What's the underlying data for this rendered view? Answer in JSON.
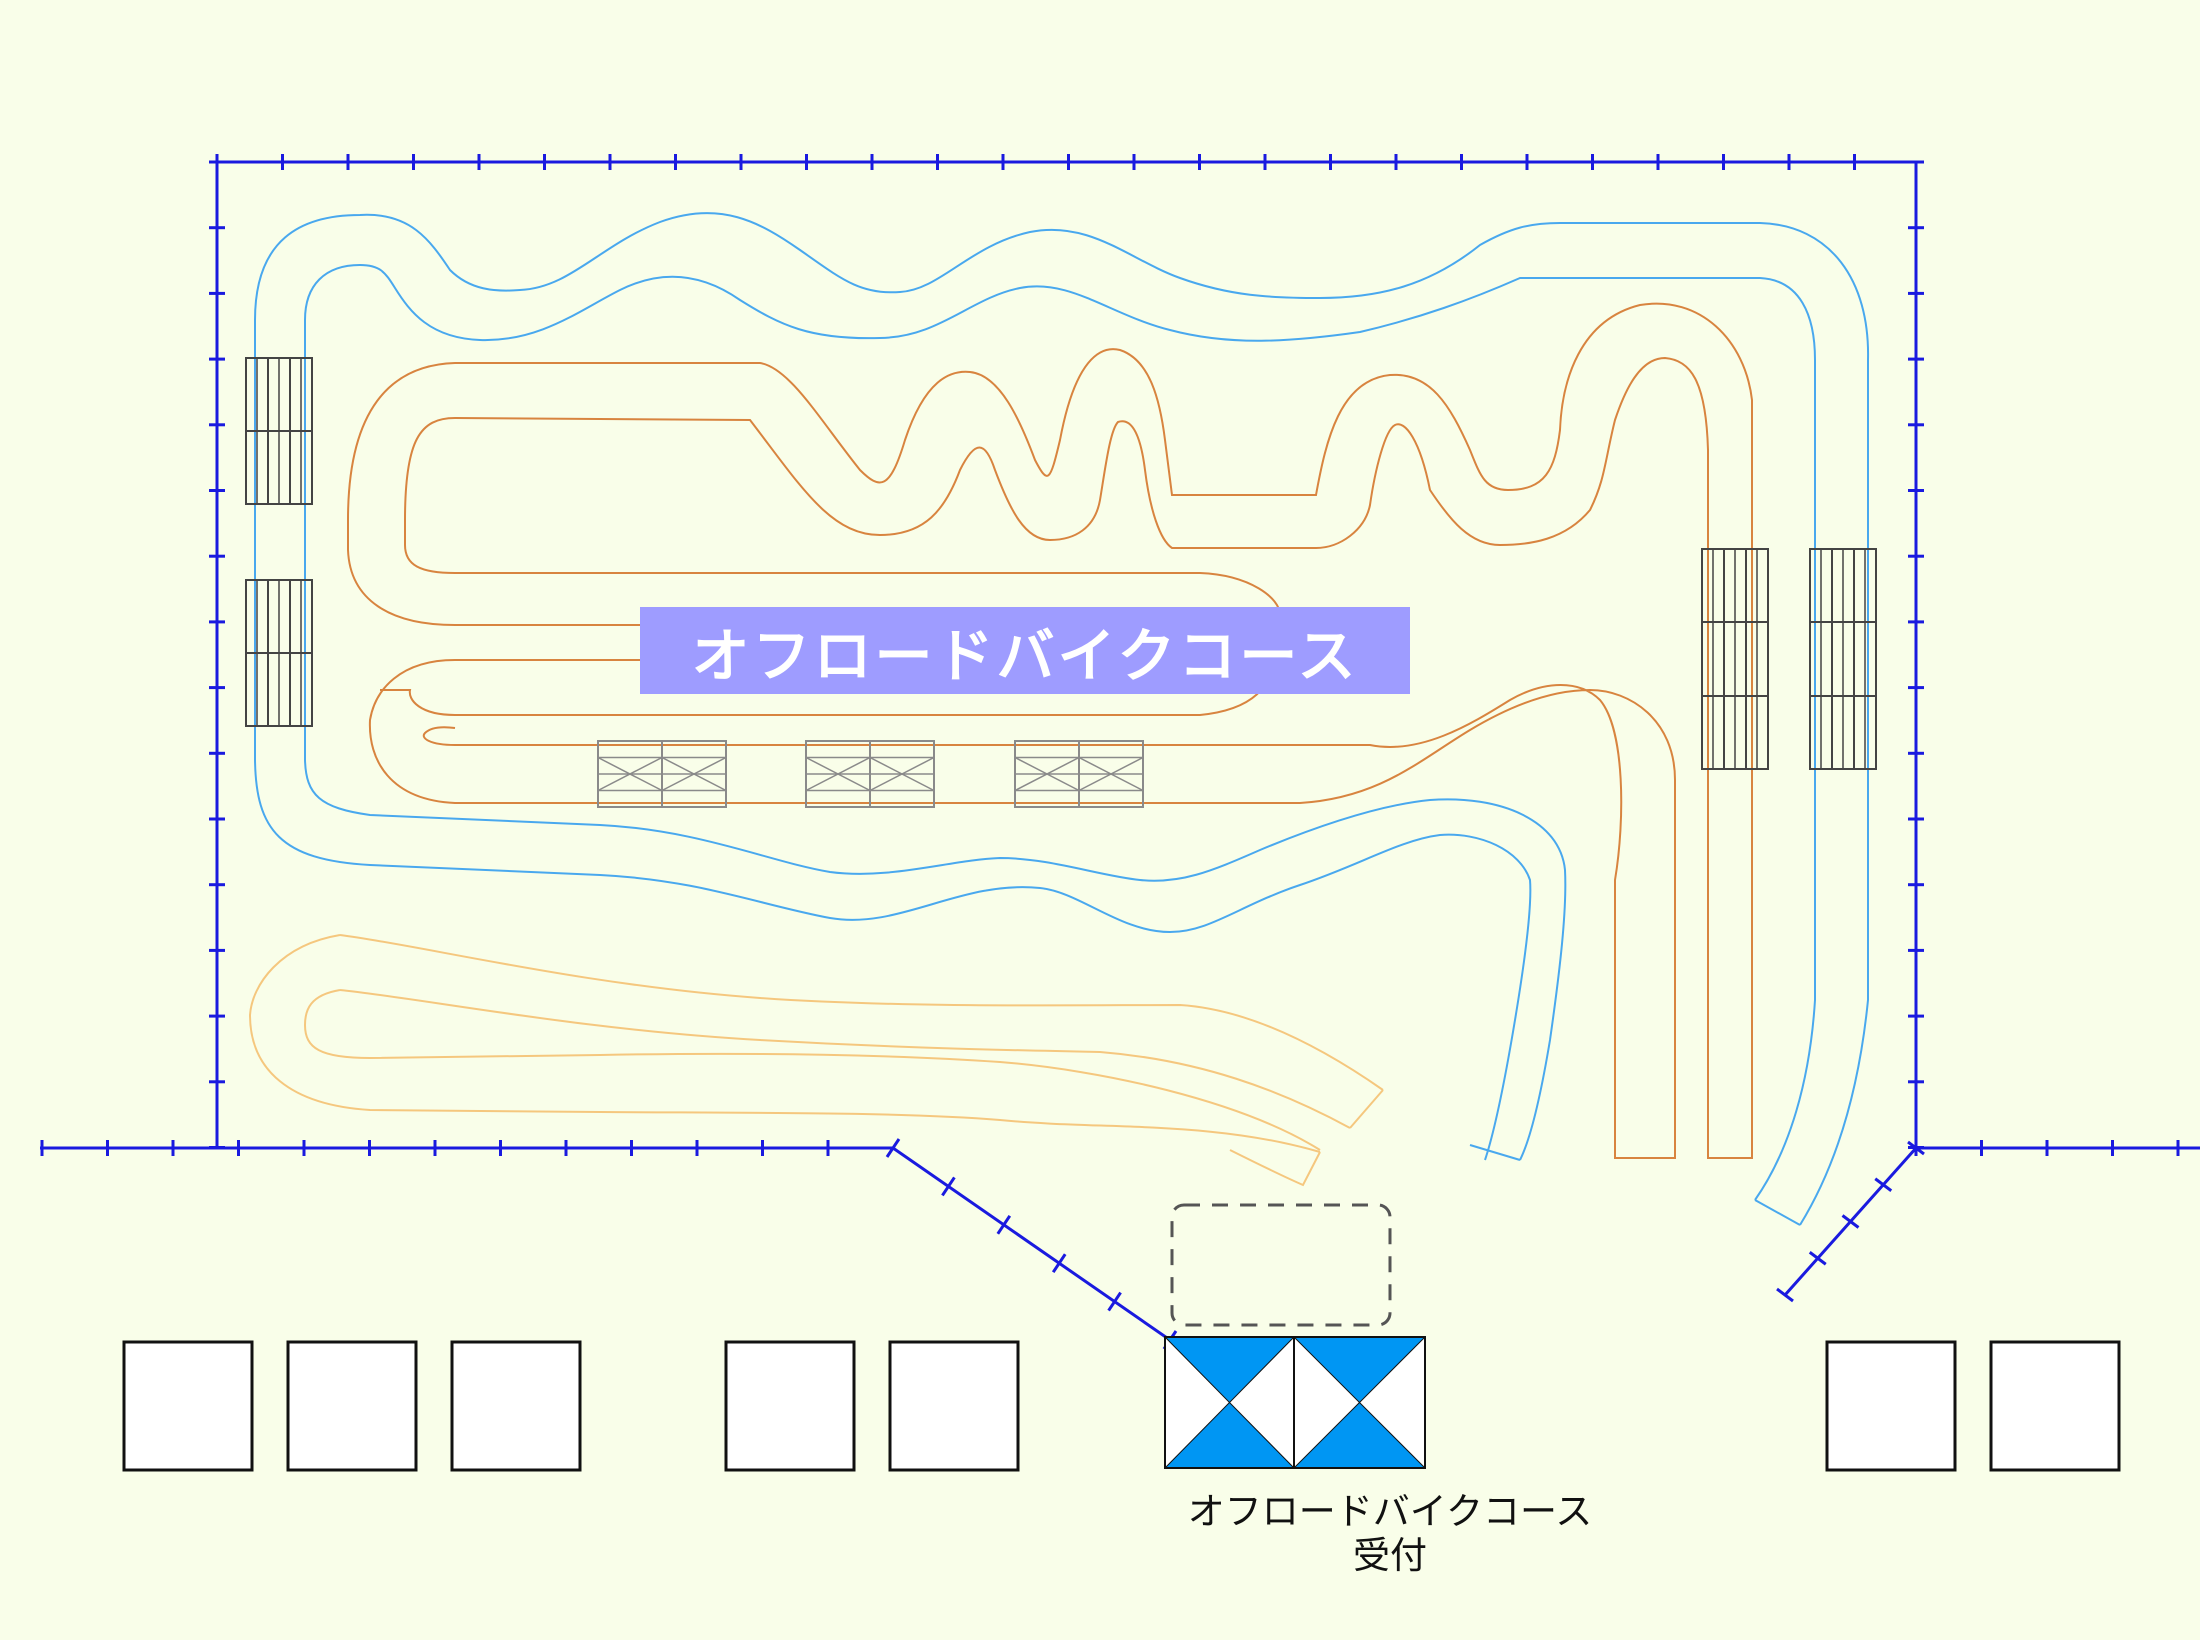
{
  "map": {
    "title": "オフロードバイクコース",
    "reception": {
      "line1": "オフロードバイクコース",
      "line2": "受付"
    }
  },
  "colors": {
    "background": "#f9fee9",
    "fence": "#1a1adf",
    "blue_track": "#49a8ee",
    "orange_track": "#d8843f",
    "yellow_track": "#f5c77e",
    "title_box": "#9e9cff",
    "tent_fill": "#0096f3",
    "obstacle": "#444444",
    "tabletop": "#8a8a8a"
  },
  "icons": [
    "tent-icon",
    "tire-wall-icon",
    "tabletop-jump-icon"
  ]
}
